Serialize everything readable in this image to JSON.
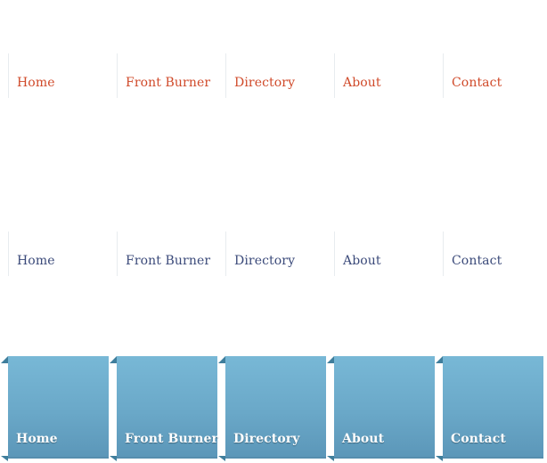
{
  "menus": [
    {
      "style": "orange-text",
      "text_color": "#d04a2a",
      "items": [
        "Home",
        "Front Burner",
        "Directory",
        "About",
        "Contact"
      ]
    },
    {
      "style": "navy-text",
      "text_color": "#3b4a7a",
      "items": [
        "Home",
        "Front Burner",
        "Directory",
        "About",
        "Contact"
      ]
    },
    {
      "style": "blue-tabs",
      "tab_color": "#6aa8c8",
      "text_color": "#ffffff",
      "items": [
        "Home",
        "Front Burner",
        "Directory",
        "About",
        "Contact"
      ]
    }
  ]
}
